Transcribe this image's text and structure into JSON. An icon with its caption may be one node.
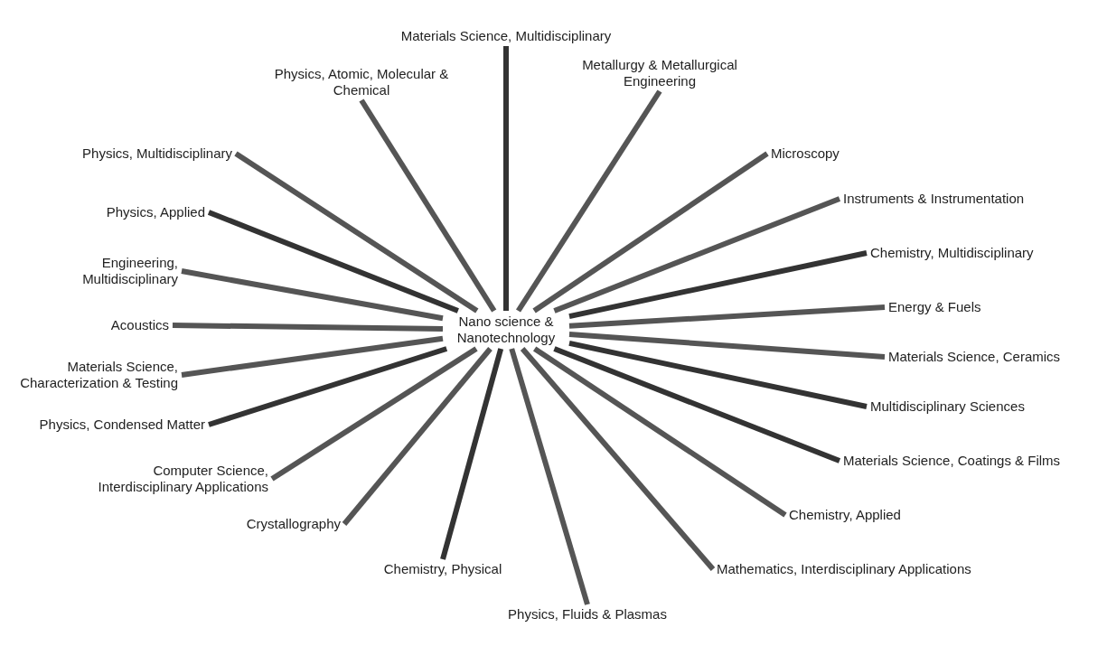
{
  "diagram": {
    "nodes": [
      {
        "text": [
          "Nano science & Nanotechnology"
        ]
      },
      {
        "text": [
          "Metallurgy & Metallurgical Engineering"
        ]
      },
      {
        "text": [
          "Physics, Atomic, Molecular & Chemical"
        ]
      },
      {
        "text": [
          "Microscopy"
        ]
      },
      {
        "text": [
          "Physics, Multidisciplinary"
        ]
      },
      {
        "text": [
          "Instruments & Instrumentation"
        ]
      },
      {
        "text": [
          "Materials Science, Multidisciplinary"
        ]
      },
      {
        "text": [
          "Engineering, Multidisciplinary"
        ]
      },
      {
        "text": [
          "Chemistry, Multidisciplinary"
        ]
      },
      {
        "text": [
          "Physics, Applied"
        ]
      },
      {
        "text": [
          "Energy & Fuels"
        ]
      },
      {
        "text": [
          "Acoustics"
        ]
      },
      {
        "text": [
          "Multidisciplinary Sciences"
        ]
      },
      {
        "text": [
          "Materials Science, Ceramics"
        ]
      },
      {
        "text": [
          "Physics, Condensed Matter"
        ]
      },
      {
        "text": [
          "Materials Science, Characterization & Testing"
        ]
      },
      {
        "text": [
          "Chemistry, Physical"
        ]
      },
      {
        "text": [
          "Materials Science, Coatings & Films"
        ]
      },
      {
        "text": [
          "Chemistry, Applied"
        ]
      },
      {
        "text": [
          "Computer Science, Interdisciplinary Applications"
        ]
      },
      {
        "text": [
          "Crystallography"
        ]
      },
      {
        "text": [
          "Mathematics, Interdisciplinary Applications"
        ]
      },
      {
        "text": [
          "Physics, Fluids & Plasmas"
        ]
      }
    ],
    "edges": [
      {
        "from": 0,
        "to": 1,
        "arrow": "none"
      },
      {
        "from": 0,
        "to": 2,
        "arrow": "none"
      },
      {
        "from": 0,
        "to": 3,
        "arrow": "none"
      },
      {
        "from": 0,
        "to": 4,
        "arrow": "none"
      },
      {
        "from": 0,
        "to": 5,
        "arrow": "none"
      },
      {
        "from": 0,
        "to": 6,
        "arrow": "none",
        "color": "#333333"
      },
      {
        "from": 0,
        "to": 7,
        "arrow": "none"
      },
      {
        "from": 0,
        "to": 8,
        "arrow": "none",
        "color": "#333333"
      },
      {
        "from": 0,
        "to": 9,
        "arrow": "none",
        "color": "#333333"
      },
      {
        "from": 0,
        "to": 10,
        "arrow": "none"
      },
      {
        "from": 0,
        "to": 11,
        "arrow": "none"
      },
      {
        "from": 0,
        "to": 12,
        "arrow": "none",
        "color": "#333333"
      },
      {
        "from": 0,
        "to": 13,
        "arrow": "none"
      },
      {
        "from": 0,
        "to": 14,
        "arrow": "none",
        "color": "#333333"
      },
      {
        "from": 0,
        "to": 15,
        "arrow": "none"
      },
      {
        "from": 0,
        "to": 16,
        "arrow": "none",
        "color": "#333333"
      },
      {
        "from": 0,
        "to": 17,
        "arrow": "none",
        "color": "#333333"
      },
      {
        "from": 0,
        "to": 18,
        "arrow": "none"
      },
      {
        "from": 0,
        "to": 19,
        "arrow": "none"
      },
      {
        "from": 0,
        "to": 20,
        "arrow": "none"
      },
      {
        "from": 0,
        "to": 21,
        "arrow": "none"
      },
      {
        "from": 0,
        "to": 22,
        "arrow": "none"
      }
    ]
  }
}
